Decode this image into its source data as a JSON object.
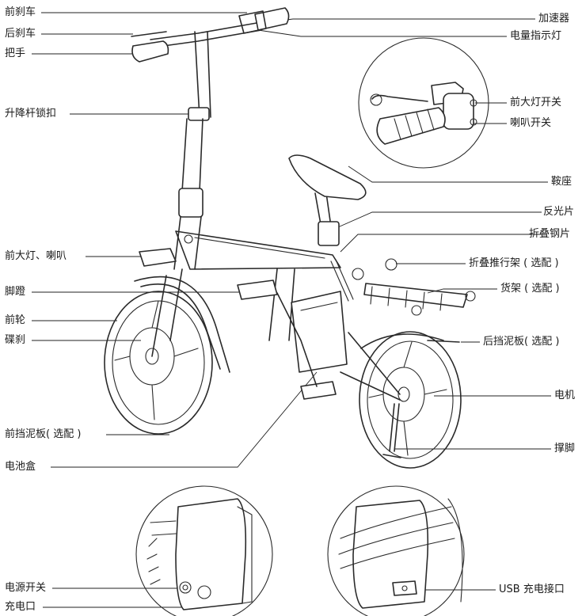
{
  "labels": {
    "front_brake": "前刹车",
    "rear_brake": "后刹车",
    "handlebar": "把手",
    "lift_rod_lock": "升降杆锁扣",
    "front_light_horn": "前大灯、喇叭",
    "pedal": "脚蹬",
    "front_wheel": "前轮",
    "disc_brake": "碟刹",
    "front_fender": "前挡泥板( 选配 )",
    "battery_box": "电池盒",
    "power_switch": "电源开关",
    "charge_port": "充电口",
    "accelerator": "加速器",
    "battery_indicator": "电量指示灯",
    "front_light_switch": "前大灯开关",
    "horn_switch": "喇叭开关",
    "saddle": "鞍座",
    "reflector": "反光片",
    "folding_steel_plate": "折叠钢片",
    "folding_push_rack": "折叠推行架 ( 选配 )",
    "cargo_rack": "货架 ( 选配 )",
    "rear_fender": "后挡泥板( 选配 )",
    "motor": "电机",
    "kickstand": "撑脚",
    "usb_port": "USB 充电接口"
  }
}
